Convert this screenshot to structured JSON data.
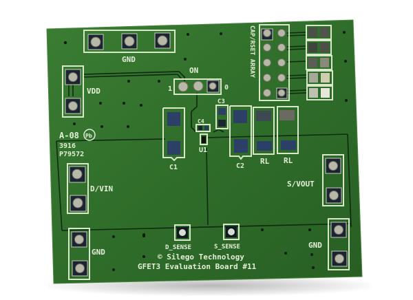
{
  "image": {
    "subject": "Green printed circuit board (evaluation board) photographed on white background",
    "colors": {
      "background": "#ffffff",
      "board_green": "#2f6b2a",
      "board_edge": "#3f7f36",
      "silkscreen": "#d8e8c8",
      "trace": "#0e2a10",
      "smd_pad": "#2c3f66"
    }
  },
  "board": {
    "title_line1": "© Silego Technology",
    "title_line2": "GFET3 Evaluation Board #11",
    "copyright_symbol": "©",
    "manufacturer_mark": {
      "line1": "A-08",
      "line2": "3916",
      "line3": "P79572",
      "pb_free_symbol": "Pb"
    }
  },
  "labels": {
    "gnd_top": "GND",
    "on": "ON",
    "switch_1": "1",
    "switch_0": "0",
    "vdd": "VDD",
    "cap_rset_array": "CAP/RSET ARRAY",
    "c1": "C1",
    "c2": "C2",
    "c3": "C3",
    "c4": "C4",
    "u1": "U1",
    "rl_1": "RL",
    "rl_2": "RL",
    "d_vin": "D/VIN",
    "s_vout": "S/VOUT",
    "gnd_bottom_left": "GND",
    "gnd_bottom_right": "GND",
    "d_sense": "D_SENSE",
    "s_sense": "S_SENSE"
  },
  "connectors": [
    {
      "name": "GND header (top)",
      "pins": 3
    },
    {
      "name": "VDD",
      "pins": 2
    },
    {
      "name": "ON switch header",
      "pins": 3
    },
    {
      "name": "CAP/RSET ARRAY",
      "pins": 10
    },
    {
      "name": "D/VIN",
      "pins": 2
    },
    {
      "name": "S/VOUT",
      "pins": 2
    },
    {
      "name": "GND (bottom left)",
      "pins": 2
    },
    {
      "name": "GND (bottom right)",
      "pins": 2
    },
    {
      "name": "D_SENSE",
      "pins": 1
    },
    {
      "name": "S_SENSE",
      "pins": 1
    }
  ]
}
